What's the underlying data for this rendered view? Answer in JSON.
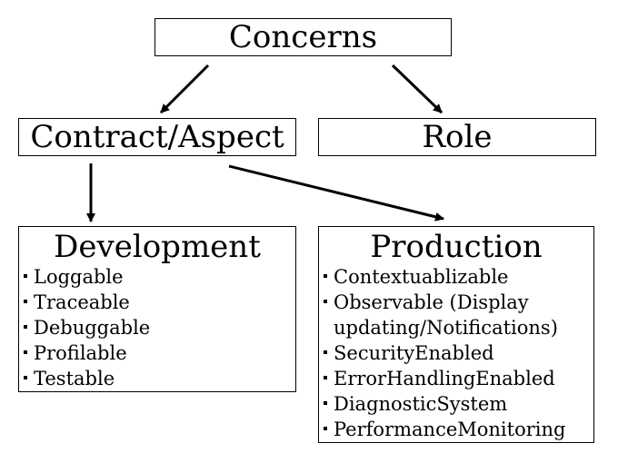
{
  "diagram": {
    "root": {
      "label": "Concerns"
    },
    "contract_aspect": {
      "label": "Contract/Aspect"
    },
    "role": {
      "label": "Role"
    },
    "development": {
      "title": "Development",
      "items": [
        "Loggable",
        "Traceable",
        "Debuggable",
        "Profilable",
        "Testable"
      ]
    },
    "production": {
      "title": "Production",
      "items": [
        "Contextuablizable",
        "Observable (Display",
        "updating/Notifications)",
        "SecurityEnabled",
        "ErrorHandlingEnabled",
        "DiagnosticSystem",
        "PerformanceMonitoring"
      ]
    },
    "edges": [
      {
        "from": "Concerns",
        "to": "Contract/Aspect"
      },
      {
        "from": "Concerns",
        "to": "Role"
      },
      {
        "from": "Contract/Aspect",
        "to": "Development"
      },
      {
        "from": "Contract/Aspect",
        "to": "Production"
      }
    ],
    "colors": {
      "stroke": "#000000",
      "background": "#ffffff"
    }
  }
}
